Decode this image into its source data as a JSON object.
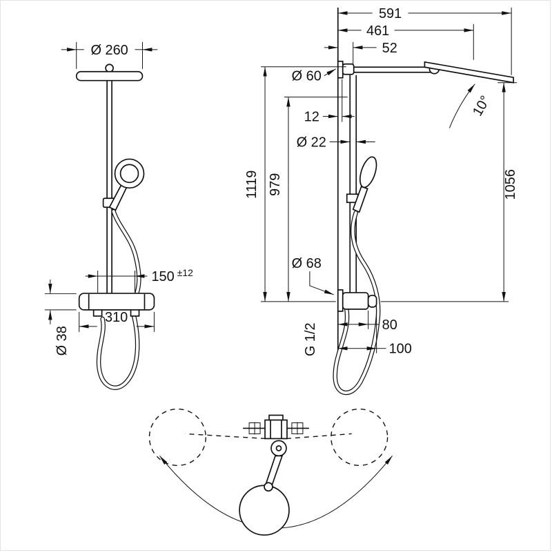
{
  "drawing": {
    "front_view": {
      "head_diameter": "Ø 260",
      "connection_distance": "150",
      "connection_tolerance": "±12",
      "valve_width": "310",
      "valve_body_diameter": "Ø 38"
    },
    "side_view": {
      "total_depth": "591",
      "head_center_depth": "461",
      "riser_offset": "52",
      "wall_connector_diameter": "Ø 60",
      "escutcheon_gap": "12",
      "riser_pipe_diameter": "Ø 22",
      "total_height": "1119",
      "riser_height": "979",
      "head_front_height": "1056",
      "head_tilt_angle": "10°",
      "valve_escutcheon_diameter": "Ø 68",
      "connection_thread": "G 1/2",
      "valve_body_depth": "80",
      "valve_total_depth": "100"
    }
  }
}
